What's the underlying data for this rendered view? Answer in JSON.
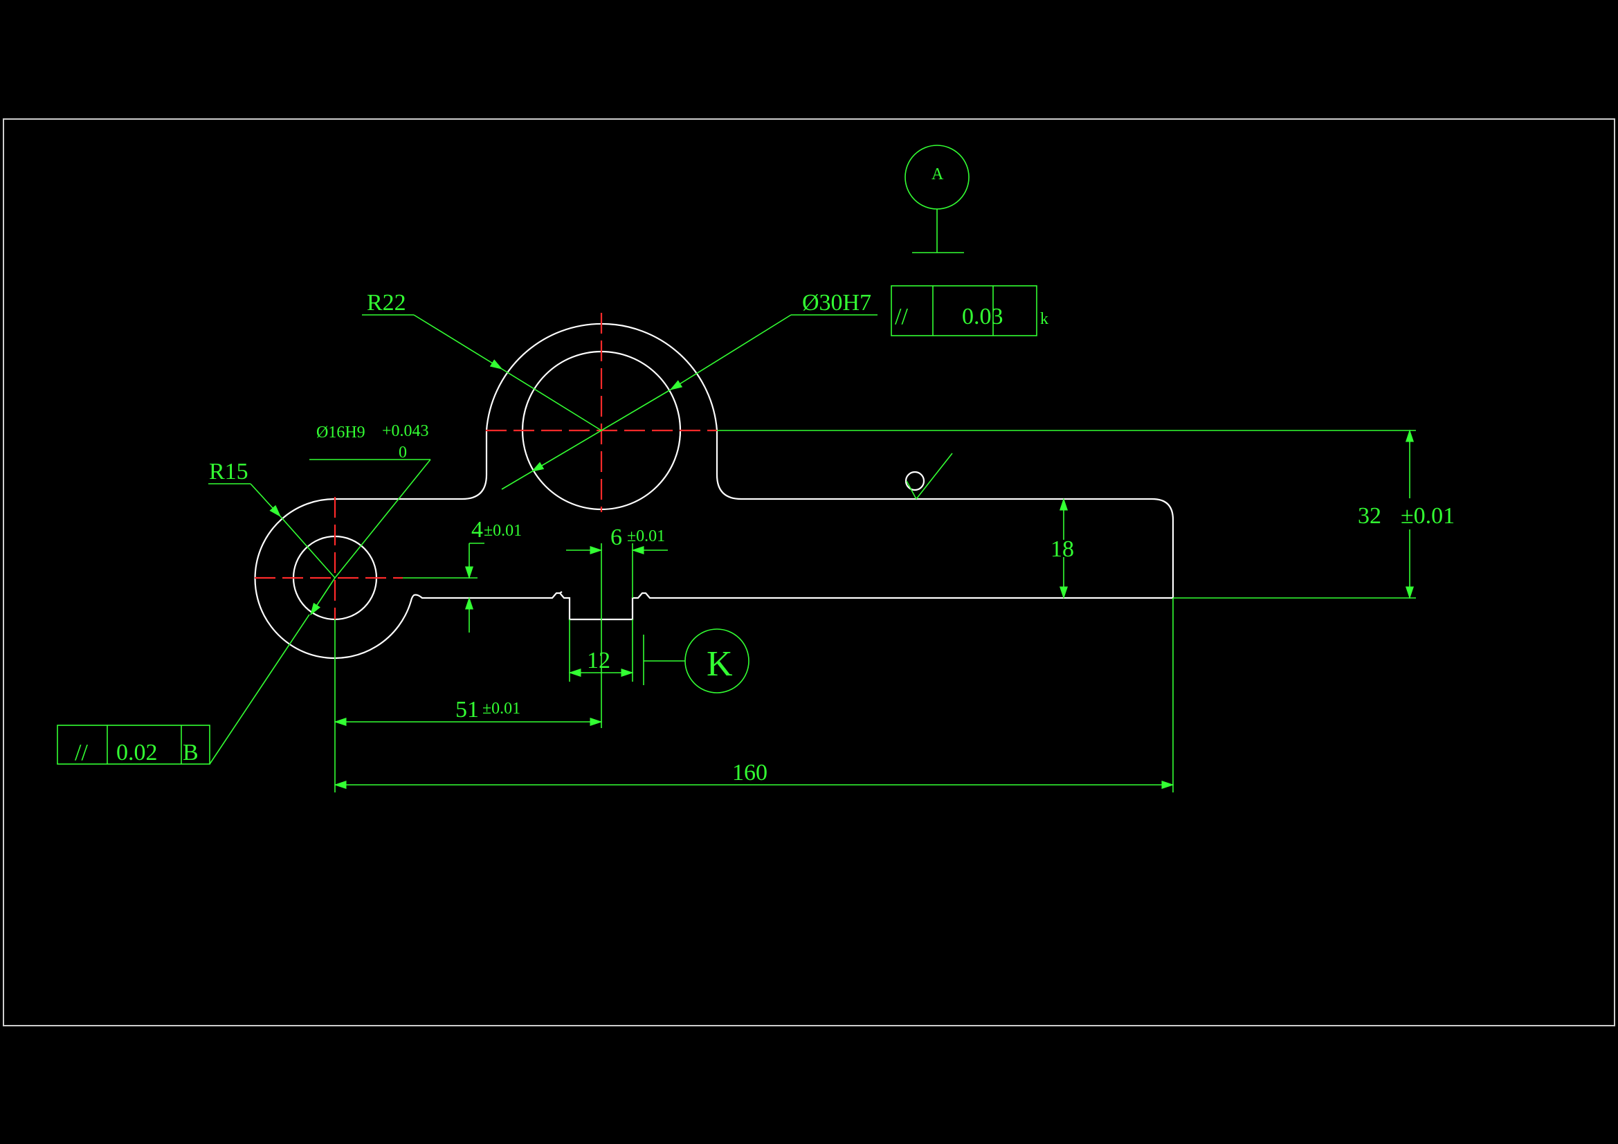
{
  "colors": {
    "background": "#000000",
    "part_outline": "#ffffff",
    "dimension": "#33ff33",
    "centerline": "#ff2a2a",
    "frame": "#cfcfcf"
  },
  "datum_a": {
    "label": "A"
  },
  "view_marker": {
    "label": "K"
  },
  "labels": {
    "r22": "R22",
    "d30": "Ø30H7",
    "r15": "R15",
    "d16": "Ø16H9",
    "d16_tol_upper": "+0.043",
    "d16_tol_lower": "0",
    "slot_depth_main": "4",
    "slot_depth_tol": "±0.01",
    "slot_width_main": "6",
    "slot_width_tol": "±0.01",
    "pos_51_main": "51",
    "pos_51_tol": "±0.01",
    "dim_12": "12",
    "dim_18": "18",
    "dim_32_main": "32",
    "dim_32_tol": "±0.01",
    "dim_160": "160"
  },
  "fcf_top": {
    "symbol": "//",
    "value": "0.03",
    "datum": "k"
  },
  "fcf_left": {
    "symbol": "//",
    "value": "0.02",
    "datum": "B"
  }
}
